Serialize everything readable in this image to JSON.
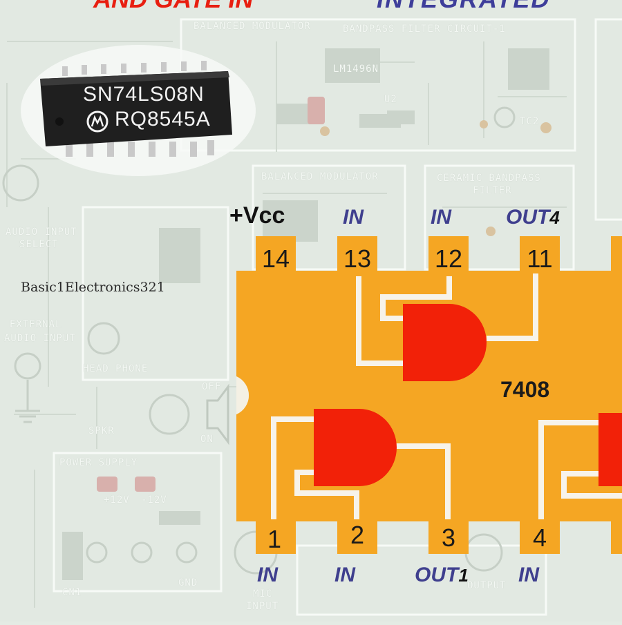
{
  "title": {
    "left": "AND GATE IN",
    "right": "INTEGRATED"
  },
  "chip_photo": {
    "line1": "SN74LS08N",
    "line2": "RQ8545A"
  },
  "watermark": "Basic1Electronics321",
  "board_labels": [
    "BALANCED MODULATOR",
    "BANDPASS FILTER CIRCUIT-1",
    "BALANCED MODULATOR",
    "CERAMIC BANDPASS",
    "FILTER",
    "AUDIO INPUT",
    "SELECT",
    "EXTERNAL",
    "AUDIO INPUT",
    "HEAD PHONE",
    "SPKR",
    "POWER SUPPLY",
    "+12V",
    "-12V",
    "GND",
    "OFF",
    "ON",
    "MIC",
    "INPUT",
    "OUTPUT",
    "CN1",
    "LM1496N",
    "U2",
    "TC2"
  ],
  "ic": {
    "vcc_label": "+Vcc",
    "part_number": "7408",
    "body_color": "#f5a623",
    "gate_color": "#f22108",
    "top_pins": [
      {
        "number": "14",
        "label": ""
      },
      {
        "number": "13",
        "label": "IN"
      },
      {
        "number": "12",
        "label": "IN"
      },
      {
        "number": "11",
        "label": "OUT",
        "suffix": "4"
      }
    ],
    "bottom_pins": [
      {
        "number": "1",
        "label": "IN"
      },
      {
        "number": "2",
        "label": "IN"
      },
      {
        "number": "3",
        "label": "OUT",
        "suffix": "1"
      },
      {
        "number": "4",
        "label": "IN"
      }
    ]
  }
}
